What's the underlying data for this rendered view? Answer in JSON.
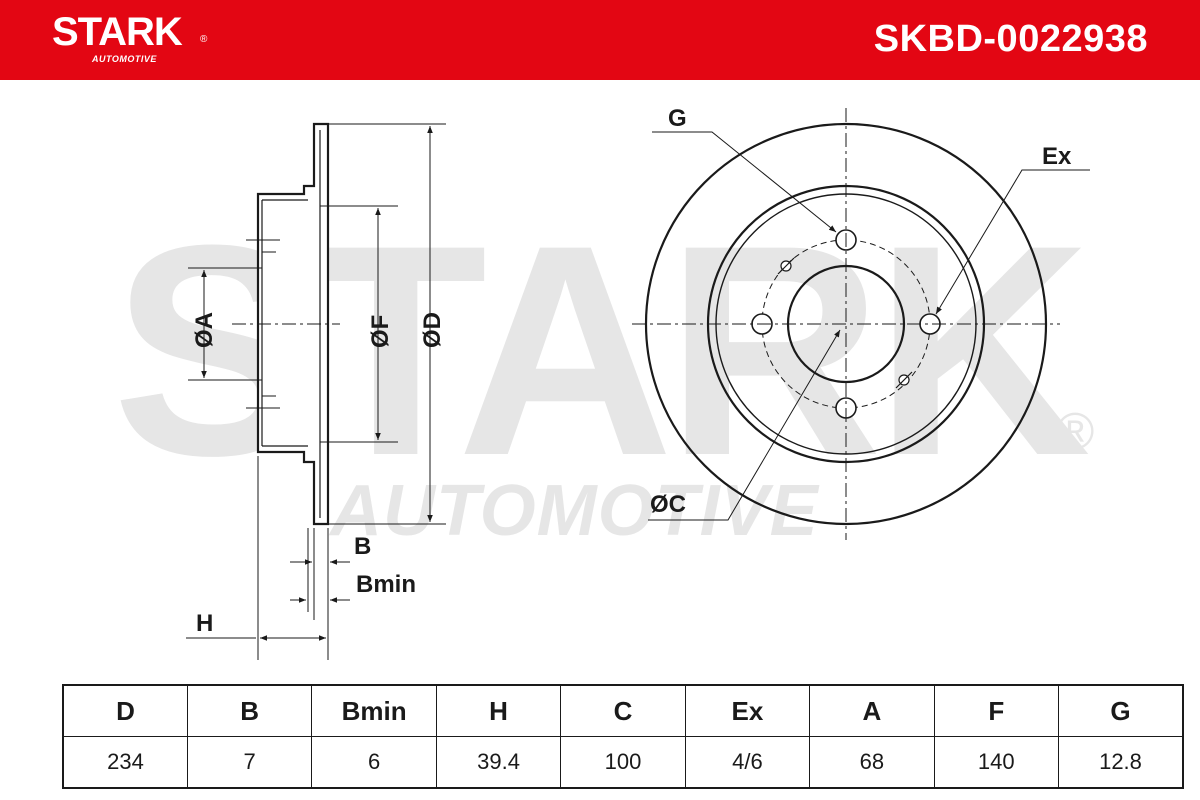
{
  "header": {
    "logo_text": "STARK",
    "logo_sub": "AUTOMOTIVE",
    "logo_registered": "®",
    "part_number": "SKBD-0022938",
    "color": "#e30613"
  },
  "watermark": {
    "main": "STARK",
    "sub": "AUTOMOTIVE",
    "registered": "®"
  },
  "diagram_labels": {
    "A": "ØA",
    "F": "ØF",
    "D": "ØD",
    "B": "B",
    "Bmin": "Bmin",
    "H": "H",
    "G": "G",
    "Ex": "Ex",
    "C": "ØC"
  },
  "specs": {
    "headers": [
      "D",
      "B",
      "Bmin",
      "H",
      "C",
      "Ex",
      "A",
      "F",
      "G"
    ],
    "values": [
      "234",
      "7",
      "6",
      "39.4",
      "100",
      "4/6",
      "68",
      "140",
      "12.8"
    ]
  }
}
